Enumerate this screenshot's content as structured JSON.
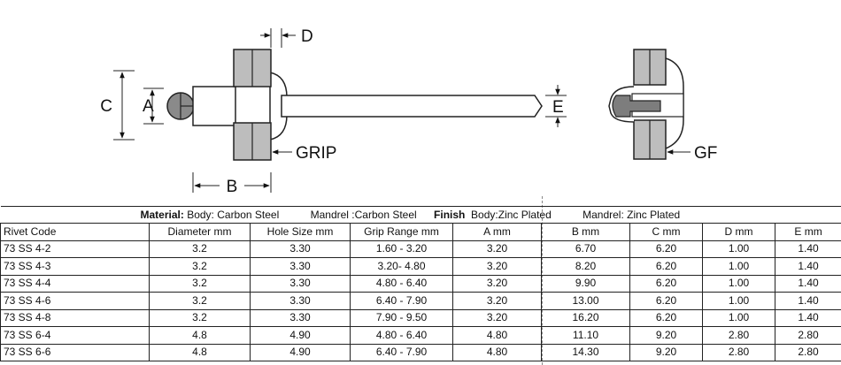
{
  "diagram": {
    "labels": {
      "c": "C",
      "a": "A",
      "d": "D",
      "e": "E",
      "b": "B",
      "grip_left": "GRIP",
      "grip_right": "GF"
    }
  },
  "spec": {
    "material_label": "Material:",
    "material_body": "Body: Carbon Steel",
    "mandrel": "Mandrel :Carbon Steel",
    "finish_label": "Finish",
    "finish_body": "Body:Zinc Plated",
    "finish_mandrel": "Mandrel: Zinc Plated"
  },
  "table": {
    "headers": [
      "Rivet Code",
      "Diameter mm",
      "Hole Size mm",
      "Grip Range mm",
      "A mm",
      "B mm",
      "C mm",
      "D mm",
      "E mm"
    ],
    "rows": [
      [
        "73 SS 4-2",
        "3.2",
        "3.30",
        "1.60 - 3.20",
        "3.20",
        "6.70",
        "6.20",
        "1.00",
        "1.40"
      ],
      [
        "73 SS 4-3",
        "3.2",
        "3.30",
        "3.20- 4.80",
        "3.20",
        "8.20",
        "6.20",
        "1.00",
        "1.40"
      ],
      [
        "73 SS 4-4",
        "3.2",
        "3.30",
        "4.80 - 6.40",
        "3.20",
        "9.90",
        "6.20",
        "1.00",
        "1.40"
      ],
      [
        "73 SS 4-6",
        "3.2",
        "3.30",
        "6.40 - 7.90",
        "3.20",
        "13.00",
        "6.20",
        "1.00",
        "1.40"
      ],
      [
        "73 SS 4-8",
        "3.2",
        "3.30",
        "7.90 - 9.50",
        "3.20",
        "16.20",
        "6.20",
        "1.00",
        "1.40"
      ],
      [
        "73 SS 6-4",
        "4.8",
        "4.90",
        "4.80 - 6.40",
        "4.80",
        "11.10",
        "9.20",
        "2.80",
        "2.80"
      ],
      [
        "73 SS 6-6",
        "4.8",
        "4.90",
        "6.40 - 7.90",
        "4.80",
        "14.30",
        "9.20",
        "2.80",
        "2.80"
      ]
    ]
  }
}
